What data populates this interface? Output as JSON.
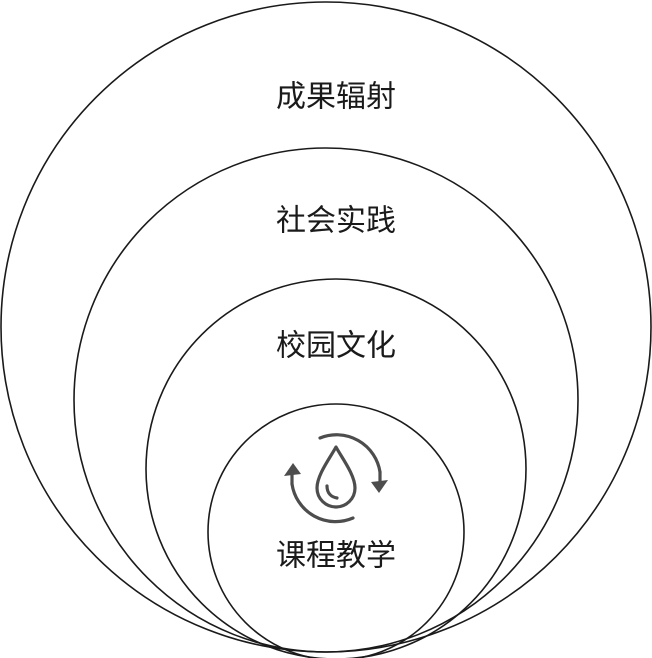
{
  "diagram": {
    "rings": [
      {
        "id": "outer",
        "label": "成果辐射"
      },
      {
        "id": "second",
        "label": "社会实践"
      },
      {
        "id": "third",
        "label": "校园文化"
      },
      {
        "id": "inner",
        "label": "课程教学"
      }
    ],
    "center_icon": "water-drop-cycle-icon",
    "colors": {
      "stroke": "#1a1a1a",
      "icon": "#4d4d4d",
      "background": "#ffffff"
    }
  }
}
